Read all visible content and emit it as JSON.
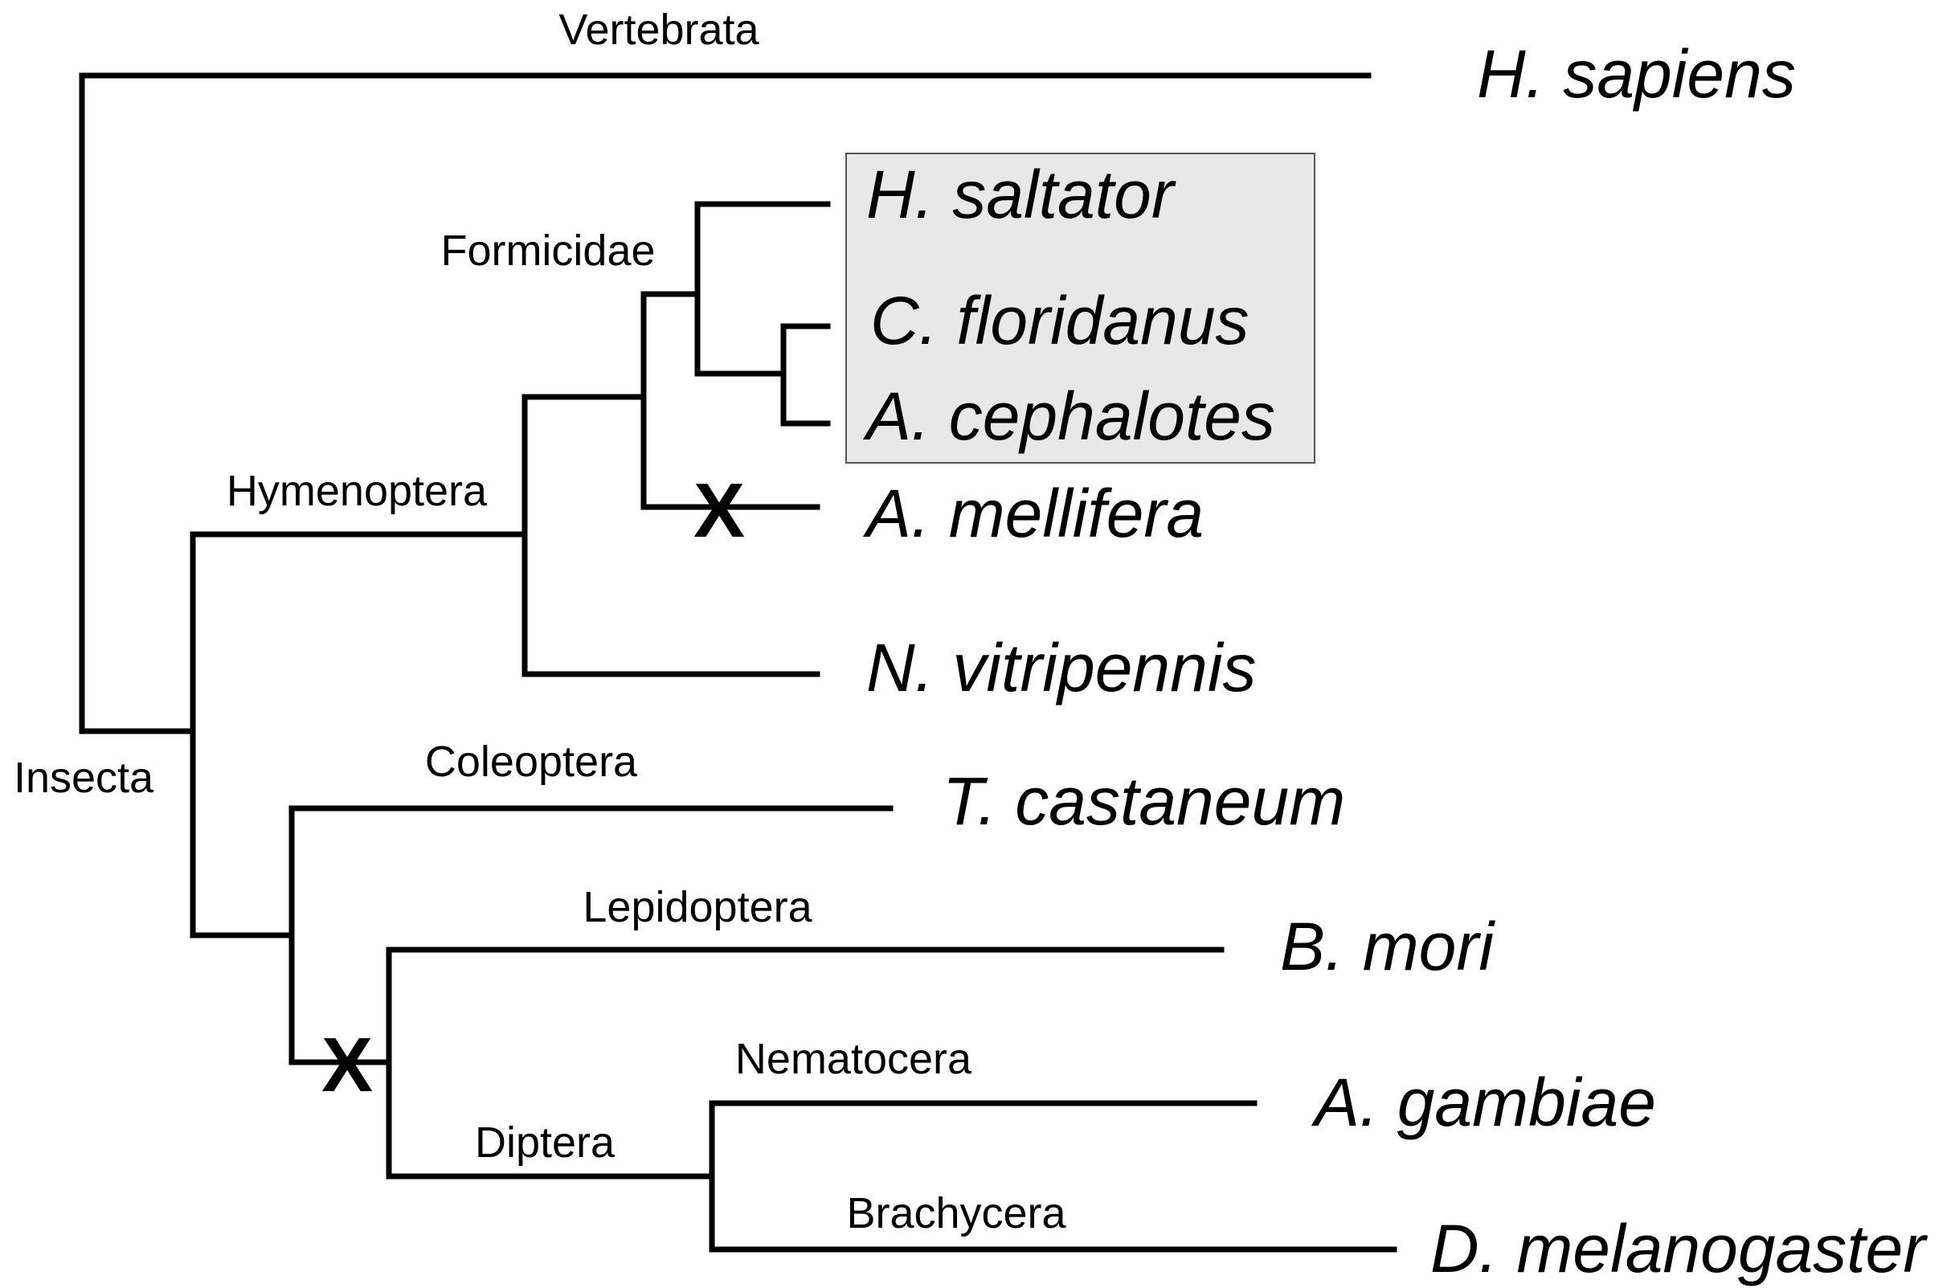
{
  "species": {
    "h_sapiens": "H. sapiens",
    "h_saltator": "H. saltator",
    "c_floridanus": "C. floridanus",
    "a_cephalotes": "A. cephalotes",
    "a_mellifera": "A. mellifera",
    "n_vitripennis": "N. vitripennis",
    "t_castaneum": "T. castaneum",
    "b_mori": "B. mori",
    "a_gambiae": "A. gambiae",
    "d_melanogaster": "D. melanogaster"
  },
  "clades": {
    "vertebrata": "Vertebrata",
    "formicidae": "Formicidae",
    "hymenoptera": "Hymenoptera",
    "insecta": "Insecta",
    "coleoptera": "Coleoptera",
    "lepidoptera": "Lepidoptera",
    "nematocera": "Nematocera",
    "diptera": "Diptera",
    "brachycera": "Brachycera"
  },
  "loss_marks": {
    "mark": "X"
  },
  "colors": {
    "highlight_box": "#e8e8e8",
    "lines": "#000000"
  }
}
